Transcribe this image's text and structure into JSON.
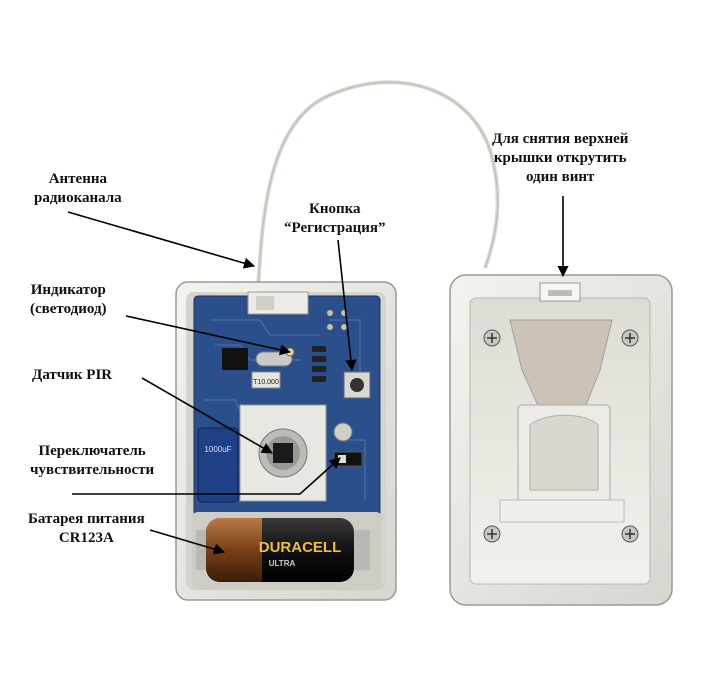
{
  "labels": {
    "antenna": [
      "Антенна",
      "радиоканала"
    ],
    "button": [
      "Кнопка",
      "“Регистрация”"
    ],
    "cover": [
      "Для снятия верхней",
      "крышки открутить",
      "один винт"
    ],
    "indicator": [
      "Индикатор",
      "(светодиод)"
    ],
    "pir": [
      "Датчик PIR"
    ],
    "switch": [
      "Переключатель",
      "чувствительности"
    ],
    "battery": [
      "Батарея питания",
      "CR123A"
    ]
  },
  "photo_text": {
    "battery_brand": "DURACELL",
    "battery_sub": "ULTRA",
    "capacitor": "1000uF",
    "chip_mark": "T10.000"
  },
  "colors": {
    "pcb": "#2a4f8a",
    "housing": "#e9e9e3",
    "wire": "#d9d7cf",
    "arrow": "#000000",
    "battery_copper": "#9a5a2a"
  }
}
